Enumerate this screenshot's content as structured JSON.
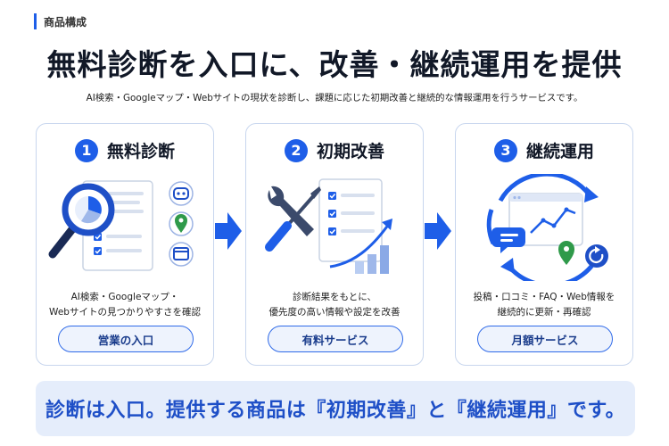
{
  "section_label": "商品構成",
  "headline": "無料診断を入口に、改善・継続運用を提供",
  "subline": "AI検索・Googleマップ・Webサイトの現状を診断し、課題に応じた初期改善と継続的な情報運用を行うサービスです。",
  "steps": [
    {
      "number": "1",
      "title": "無料診断",
      "desc_lines": [
        "AI検索・Googleマップ・",
        "Webサイトの見つかりやすさを確認"
      ],
      "pill": "営業の入口",
      "icons": [
        "magnifier-icon",
        "chatbot-icon",
        "map-pin-icon",
        "browser-icon"
      ]
    },
    {
      "number": "2",
      "title": "初期改善",
      "desc_lines": [
        "診断結果をもとに、",
        "優先度の高い情報や設定を改善"
      ],
      "pill": "有料サービス",
      "icons": [
        "wrench-screwdriver-icon",
        "checklist-icon",
        "growth-chart-icon"
      ]
    },
    {
      "number": "3",
      "title": "継続運用",
      "desc_lines": [
        "投稿・口コミ・FAQ・Web情報を",
        "継続的に更新・再確認"
      ],
      "pill": "月額サービス",
      "icons": [
        "cycle-arrows-icon",
        "dashboard-icon",
        "chat-bubble-icon",
        "map-pin-icon",
        "refresh-icon"
      ]
    }
  ],
  "banner": "診断は入口。提供する商品は『初期改善』と『継続運用』です。",
  "colors": {
    "accent": "#1e5ee8",
    "card_border": "#c8d6ee",
    "pill_bg": "#eef3fd",
    "banner_bg": "#e5edfb",
    "banner_text": "#1e4fc7",
    "green_pin": "#2f9a4a"
  }
}
